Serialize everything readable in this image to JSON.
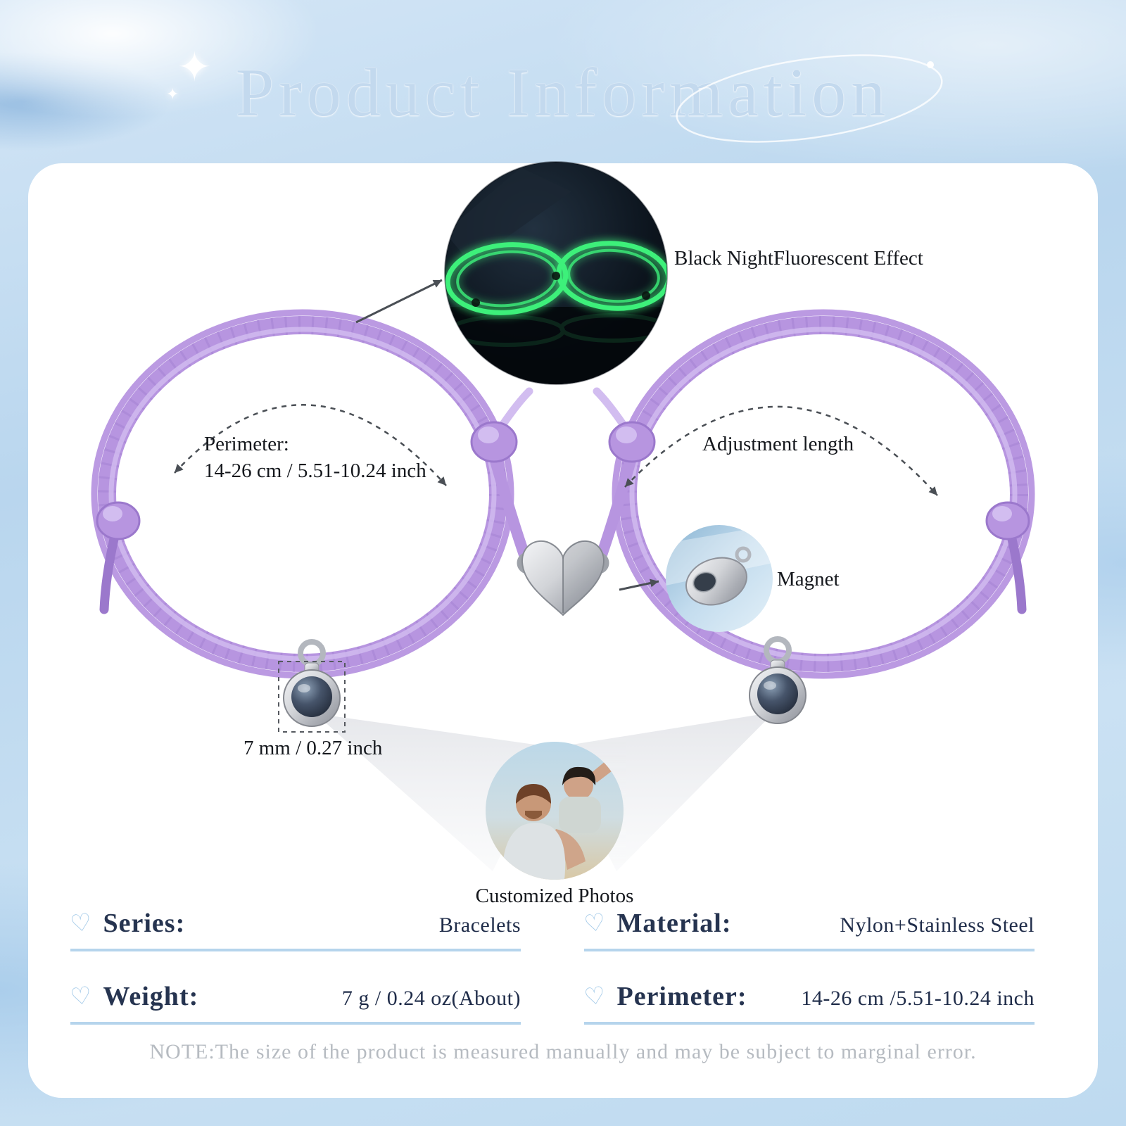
{
  "header": {
    "title": "Product Information",
    "sparkle_icon": "✦"
  },
  "icons": {
    "heart_outline": "♡"
  },
  "callouts": {
    "fluorescent_effect": "Black NightFluorescent Effect",
    "perimeter_label": "Perimeter:",
    "perimeter_value": "14-26 cm / 5.51-10.24 inch",
    "adjustment_length": "Adjustment length",
    "magnet": "Magnet",
    "charm_size": "7 mm / 0.27 inch",
    "customized_photos": "Customized Photos"
  },
  "specs": [
    {
      "label": "Series:",
      "value": "Bracelets"
    },
    {
      "label": "Material:",
      "value": "Nylon+Stainless Steel"
    },
    {
      "label": "Weight:",
      "value": "7 g / 0.24 oz(About)"
    },
    {
      "label": "Perimeter:",
      "value": "14-26 cm /5.51-10.24 inch"
    }
  ],
  "note": "NOTE:The size of the product is measured manually and may be subject to marginal error.",
  "colors": {
    "rope": "#b795e0",
    "rope-light": "#d2bdf0",
    "rope-dark": "#9b78cc",
    "glow-green": "#3df07a",
    "underline": "#b5d4ec",
    "heart-icon-blue": "#a5cbe9",
    "spec-text": "#263450",
    "note-gray": "#b6bbc1",
    "title-blue": "#c3d9ee"
  }
}
